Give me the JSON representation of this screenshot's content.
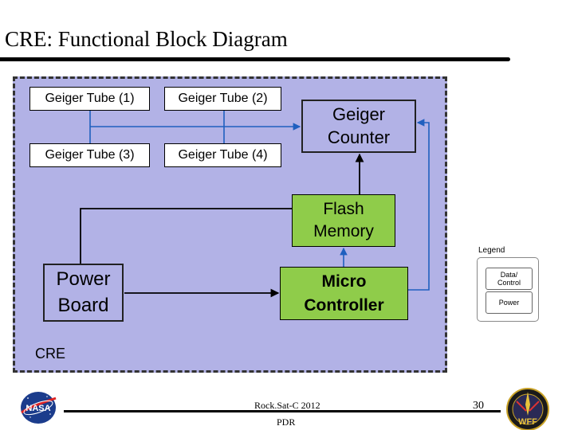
{
  "slide": {
    "title": "CRE: Functional Block Diagram"
  },
  "diagram": {
    "container_label": "CRE",
    "blocks": {
      "geiger_tube_1": "Geiger Tube (1)",
      "geiger_tube_2": "Geiger Tube (2)",
      "geiger_tube_3": "Geiger Tube (3)",
      "geiger_tube_4": "Geiger Tube (4)",
      "geiger_counter": [
        "Geiger",
        "Counter"
      ],
      "flash_memory": [
        "Flash",
        "Memory"
      ],
      "micro_controller": [
        "Micro",
        "Controller"
      ],
      "power_board": [
        "Power",
        "Board"
      ]
    },
    "colors": {
      "panel": "#b2b2e6",
      "block_green": "#8fcc4a",
      "data_line": "#1f5fbf",
      "power_line": "#000000"
    }
  },
  "legend": {
    "title": "Legend",
    "items": [
      {
        "label_lines": [
          "Data/",
          "Control"
        ],
        "line_color": "#1f5fbf"
      },
      {
        "label_lines": [
          "Power"
        ],
        "line_color": "#000000"
      }
    ]
  },
  "footer": {
    "mission": "Rock.Sat-C 2012",
    "review": "PDR",
    "page_number": "30",
    "logos": [
      "NASA",
      "WFF"
    ]
  }
}
